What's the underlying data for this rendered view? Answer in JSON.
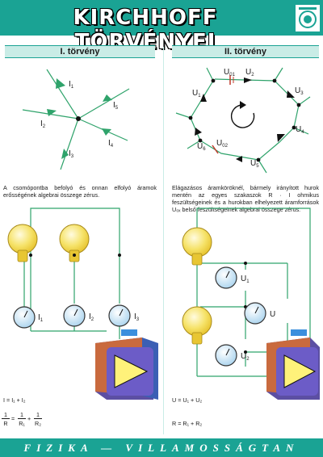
{
  "header": {
    "title": "KIRCHHOFF TÖRVÉNYEI"
  },
  "sections": [
    {
      "title": "I. törvény",
      "description": "A csomópontba befolyó és onnan elfolyó áramok erősségének algebrai összege zérus."
    },
    {
      "title": "II. törvény",
      "description": "Elágazásos áramköröknél, bármely irányított hurok mentén az egyes szakaszok R · I ohmikus feszültségeinek és a hurokban elhelyezett áramforrások U₀ₓ belső feszültségeinek algebrai összege zérus."
    }
  ],
  "node_labels": {
    "i1": "I",
    "i1_sub": "1",
    "i2": "I",
    "i2_sub": "2",
    "i3": "I",
    "i3_sub": "3",
    "i4": "I",
    "i4_sub": "4",
    "i5": "I",
    "i5_sub": "5"
  },
  "loop_labels": {
    "u01": "U",
    "u01_sub": "01",
    "u2": "U",
    "u2_sub": "2",
    "u3": "U",
    "u3_sub": "3",
    "u1": "U",
    "u1_sub": "1",
    "u4": "U",
    "u4_sub": "4",
    "u6": "U",
    "u6_sub": "6",
    "u02": "U",
    "u02_sub": "02",
    "u5": "U",
    "u5_sub": "5"
  },
  "meters_left": {
    "i1": "I",
    "i1_sub": "1",
    "i2": "I",
    "i2_sub": "2",
    "i3": "I",
    "i3_sub": "3"
  },
  "meters_right": {
    "u1": "U",
    "u1_sub": "1",
    "u2": "U",
    "u2_sub": "2",
    "u": "U"
  },
  "formulas_left": {
    "current_sum": "I = I₁ + I₂",
    "fraction_1": "1",
    "fraction_R": "R",
    "plus": "=",
    "fraction_R1": "R₁",
    "plus2": "+",
    "fraction_R2": "R₂"
  },
  "formulas_right": {
    "voltage_sum": "U = U₁ + U₂",
    "resistance_sum": "R = R₁ + R₂"
  },
  "footer": {
    "text": "FIZIKA — VILLAMOSSÁGTAN"
  },
  "colors": {
    "teal": "#1aa394",
    "light_teal": "#c9ece6",
    "green_wire": "#2fa36b",
    "bulb_yellow": "#f6e36a",
    "meter_blue": "#bfe0f6",
    "battery_purple": "#5c4fa3"
  }
}
